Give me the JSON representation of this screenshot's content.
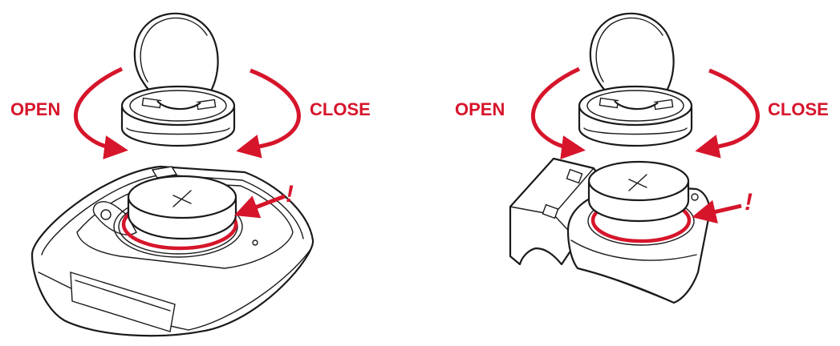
{
  "colors": {
    "accent": "#d6152b",
    "line": "#1a1a1a",
    "background": "#ffffff"
  },
  "panels": [
    {
      "open_label": "OPEN",
      "close_label": "CLOSE",
      "warning_mark": "!"
    },
    {
      "open_label": "OPEN",
      "close_label": "CLOSE",
      "warning_mark": "!"
    }
  ]
}
